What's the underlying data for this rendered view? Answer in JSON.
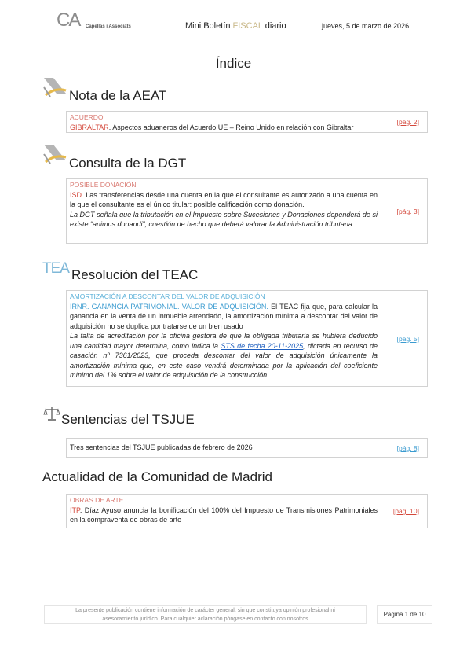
{
  "header": {
    "logo_mark": "CA",
    "logo_text": "Capellas i Associats",
    "title_pre": "Mini Boletín ",
    "title_highlight": "FISCAL",
    "title_post": " diario",
    "date": "jueves, 5 de marzo de 2026"
  },
  "index_title": "Índice",
  "sections": {
    "aeat": {
      "title": "Nota de la AEAT",
      "category": "ACUERDO",
      "keyword": "GIBRALTAR",
      "text": ". Aspectos aduaneros del Acuerdo UE – Reino Unido en relación con Gibraltar",
      "page": "[pág. 2]"
    },
    "dgt": {
      "title": "Consulta de la DGT",
      "category": "POSIBLE DONACIÓN",
      "keyword": "ISD",
      "text": ". Las transferencias desde una cuenta en la que el consultante es autorizado a una cuenta en la que el consultante es el único titular: posible calificación como donación.",
      "italic": "La DGT señala que la tributación en el Impuesto sobre Sucesiones y Donaciones dependerá de si existe “animus donandi”, cuestión de hecho que deberá valorar la Administración tributaria.",
      "page": "[pág. 3]"
    },
    "teac": {
      "title": "Resolución del TEAC",
      "icon_text": "TEA",
      "category": "AMORTIZACIÓN A DESCONTAR DEL VALOR DE ADQUISICIÓN",
      "keyword": "IRNR. GANANCIA PATRIMONIAL. VALOR DE ADQUISICIÓN.",
      "text": " El TEAC fija que, para calcular la ganancia en la venta de un inmueble arrendado, la amortización mínima a descontar del valor de adquisición no se duplica por tratarse de un bien usado",
      "italic_pre": "La falta de acreditación por la oficina gestora de que la obligada tributaria se hubiera deducido una cantidad mayor determina, como indica la ",
      "italic_link": "STS de fecha 20-11-2025",
      "italic_post": ", dictada en recurso de casación nº 7361/2023, que proceda descontar del valor de adquisición únicamente la amortización mínima que, en este caso vendrá determinada por la aplicación del coeficiente mínimo del 1% sobre el valor de adquisición de la construcción.",
      "page": "[pág. 5]"
    },
    "tsjue": {
      "title": "Sentencias del TSJUE",
      "text": "Tres sentencias del TSJUE publicadas de febrero de 2026",
      "page": "[pág. 8]"
    },
    "madrid": {
      "title": "Actualidad de la Comunidad de Madrid",
      "category": "OBRAS DE ARTE.",
      "keyword": "ITP",
      "text": ". Díaz Ayuso anuncia la bonificación del 100% del Impuesto de Transmisiones Patrimoniales en la compraventa de obras de arte",
      "page": "[pág. 10]"
    }
  },
  "footer": {
    "disclaimer": "La presente publicación contiene información de carácter general, sin que constituya opinión profesional ni asesoramiento jurídico. Para cualquier aclaración póngase en contacto con nosotros",
    "page_label": "Página 1 de 10"
  },
  "colors": {
    "accent_red": "#d4483b",
    "accent_blue": "#3a9bd0",
    "fiscal_gold": "#c9b889"
  }
}
